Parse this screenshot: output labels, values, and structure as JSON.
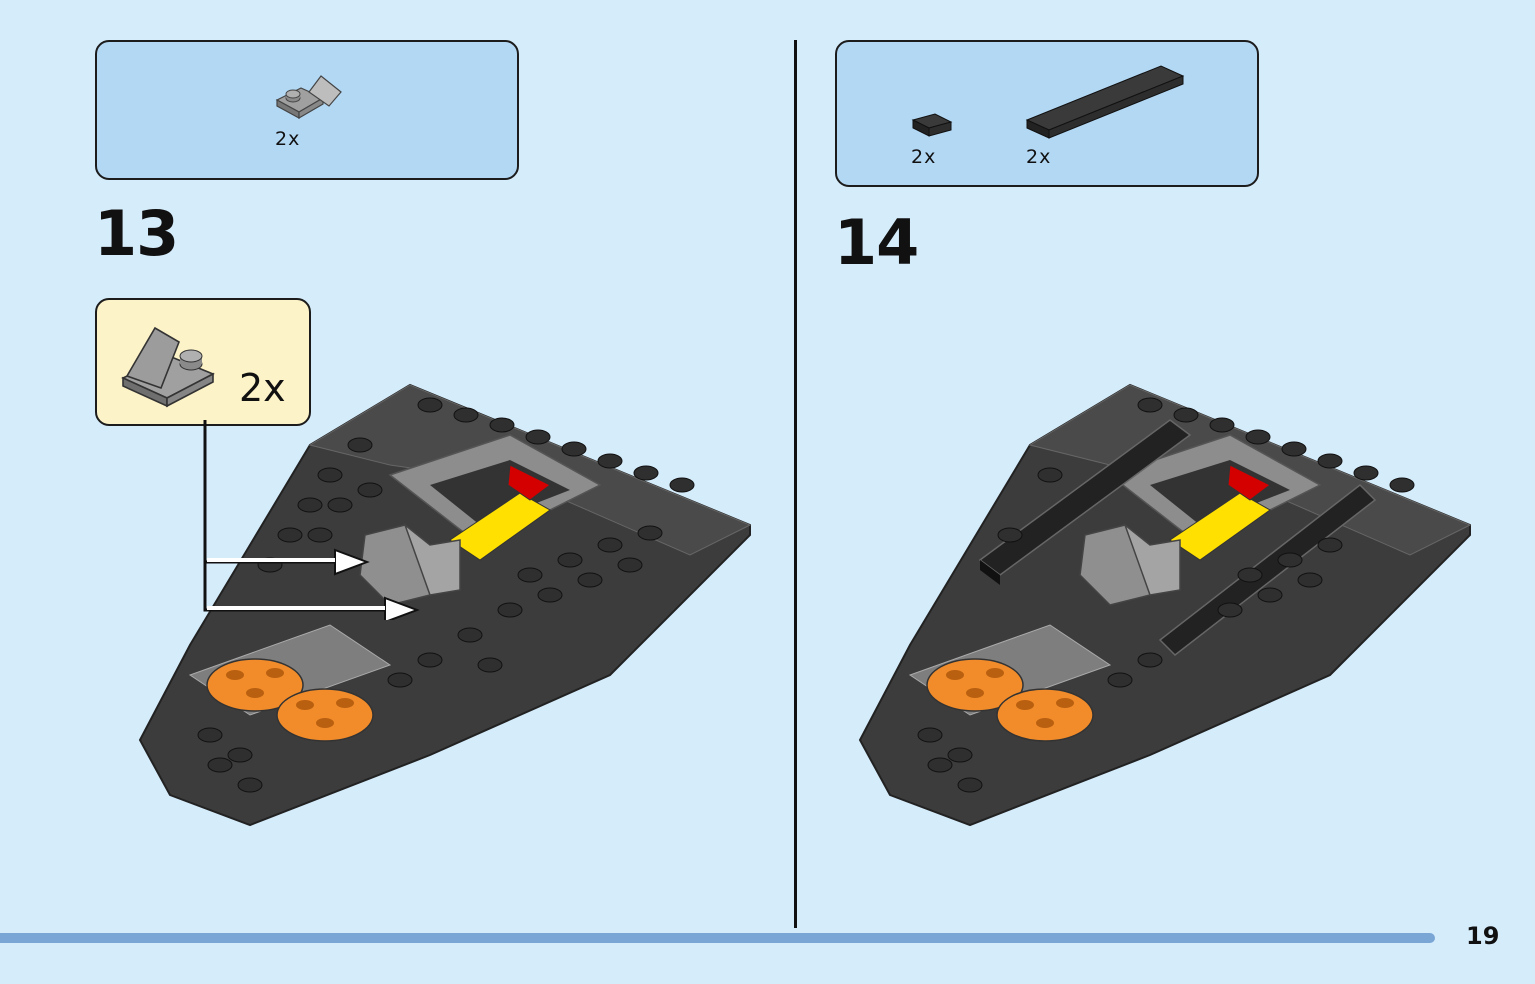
{
  "page": {
    "number": "19"
  },
  "step13": {
    "number": "13",
    "parts": [
      {
        "name": "gray slope bracket",
        "quantity": "2x"
      }
    ],
    "callout": {
      "quantity": "2x"
    }
  },
  "step14": {
    "number": "14",
    "parts": [
      {
        "name": "black tile 1x1",
        "quantity": "2x"
      },
      {
        "name": "black tile 1x8",
        "quantity": "2x"
      }
    ]
  },
  "colors": {
    "background": "#d5ecfb",
    "parts_box": "#b3d8f4",
    "callout": "#fdf3c8",
    "brick_dark": "#3a3a3a",
    "brick_gray": "#9a9a9a",
    "brick_orange": "#f28c2a",
    "brick_yellow": "#ffe000",
    "brick_red": "#d40000",
    "progress": "#7aa6d6"
  }
}
